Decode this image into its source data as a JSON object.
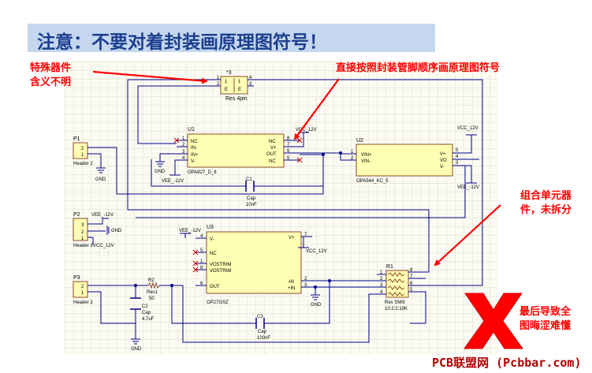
{
  "banner": {
    "title": "注意：不要对着封装画原理图符号！"
  },
  "notes": {
    "left_top": [
      "特殊器件",
      "含义不明"
    ],
    "top_right": "直接按照封装管脚顺序画原理图符号",
    "right_mid": [
      "组合单元器",
      "件，未拆分"
    ],
    "bottom_right": [
      "最后导致全",
      "图晦涩难懂"
    ]
  },
  "watermark": "PCB联盟网 (Pcbbar.com)",
  "colors": {
    "banner_bg": "#c5d7ee",
    "banner_text": "#1c3f8f",
    "note_red": "#ff0000",
    "part_fill": "#ffffb4",
    "part_border": "#8b4b2b",
    "wire": "#00008b"
  },
  "components": {
    "r3": {
      "ref": "*3",
      "name": "Res 4pin",
      "pins": [
        "1",
        "2",
        "4",
        "3"
      ],
      "pin_labels": [
        "1",
        "E",
        "1",
        "E"
      ]
    },
    "p1": {
      "ref": "P1",
      "name": "Header 2",
      "pins": [
        "2",
        "1"
      ],
      "gnd": "GND"
    },
    "u1": {
      "ref": "U1",
      "name": "OPA827_D_8",
      "left_pins": [
        "1",
        "2",
        "3",
        "4"
      ],
      "left_labels": [
        "NC",
        "IN-",
        "IN+",
        "V-"
      ],
      "right_pins": [
        "8",
        "7",
        "6",
        "5"
      ],
      "right_labels": [
        "NC",
        "V+",
        "OUT",
        "NC"
      ],
      "vcc": "VCC_12V",
      "vee": "VEE_-12V",
      "gnd": "GND"
    },
    "c1": {
      "ref": "C1",
      "name": "Cap",
      "value": "10nF"
    },
    "u2": {
      "ref": "U2",
      "name": "OPA544_KC_5",
      "left_pins": [
        "1",
        "2"
      ],
      "left_labels": [
        "VIN+",
        "VIN-"
      ],
      "right_pins": [
        "5",
        "4",
        "3"
      ],
      "right_labels": [
        "V+",
        "VO",
        "V-"
      ],
      "vcc": "VCC_12V",
      "vee": "VEE_-12V"
    },
    "p2": {
      "ref": "P2",
      "name": "Header 3",
      "pins": [
        "3",
        "2",
        "1"
      ],
      "vee": "VEE_-12V",
      "vcc": "VCC_12V",
      "gnd": "GND"
    },
    "u3": {
      "ref": "U3",
      "name": "OP27GSZ",
      "left_pins": [
        "4",
        "5",
        "1",
        "8",
        "6"
      ],
      "left_labels": [
        "V-",
        "NC",
        "VOSTRIM",
        "VOSTRIM",
        "OUT"
      ],
      "right_pins": [
        "7",
        "2",
        "3"
      ],
      "right_labels": [
        "V+",
        "-IN",
        "+IN"
      ],
      "vee": "VEE_-12V",
      "vcc": "VCC_12V",
      "gnd": "GND"
    },
    "p3": {
      "ref": "P3",
      "name": "Header 2",
      "pins": [
        "2",
        "1"
      ]
    },
    "r2": {
      "ref": "R2",
      "name": "Res1",
      "value": "50"
    },
    "c2": {
      "ref": "C2",
      "name": "Cap",
      "value": "4.7uF",
      "gnd": "GND"
    },
    "c3": {
      "ref": "C3",
      "name": "Cap",
      "value": "100nF"
    },
    "r1": {
      "ref": "R1",
      "name": "Res SMN",
      "value": "10:2:2:10K",
      "left_pins": [
        "1",
        "2",
        "3",
        "4"
      ],
      "right_pins": [
        "8",
        "7",
        "6",
        "5"
      ]
    }
  }
}
